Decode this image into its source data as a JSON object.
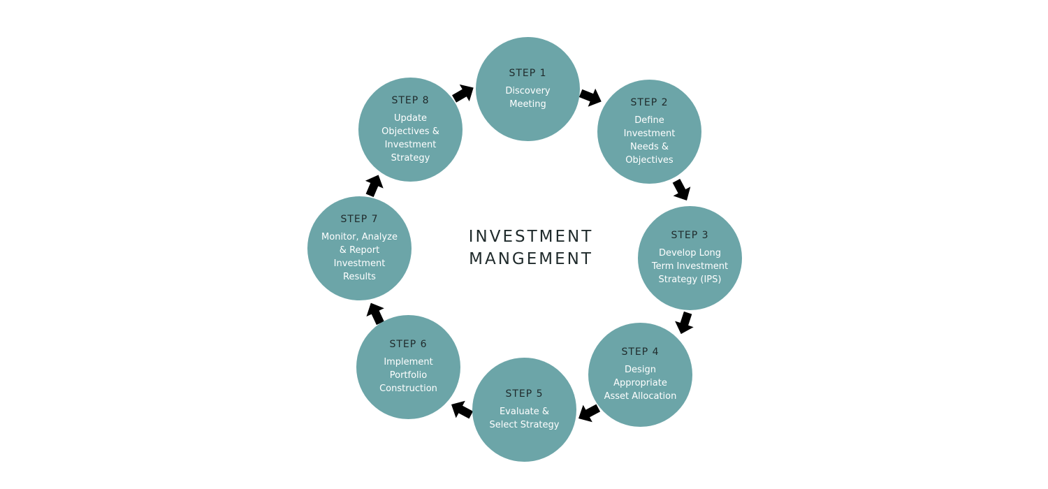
{
  "colors": {
    "circle_fill": "#6ca5a8",
    "arrow_fill": "#000000",
    "step_label_text": "#1f2a2b",
    "description_text": "#ffffff"
  },
  "title": "INVESTMENT\nMANGEMENT",
  "steps": [
    {
      "label": "STEP 1",
      "desc": "Discovery\nMeeting"
    },
    {
      "label": "STEP 2",
      "desc": "Define\nInvestment\nNeeds &\nObjectives"
    },
    {
      "label": "STEP 3",
      "desc": "Develop Long\nTerm Investment\nStrategy (IPS)"
    },
    {
      "label": "STEP 4",
      "desc": "Design\nAppropriate\nAsset Allocation"
    },
    {
      "label": "STEP 5",
      "desc": "Evaluate &\nSelect Strategy"
    },
    {
      "label": "STEP 6",
      "desc": "Implement\nPortfolio\nConstruction"
    },
    {
      "label": "STEP 7",
      "desc": "Monitor, Analyze\n& Report\nInvestment\nResults"
    },
    {
      "label": "STEP 8",
      "desc": "Update\nObjectives &\nInvestment\nStrategy"
    }
  ],
  "arrow_icon": "arrow-right-icon"
}
